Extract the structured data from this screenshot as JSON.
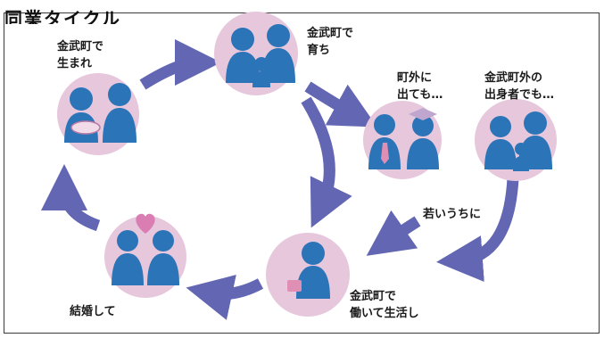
{
  "header": {
    "title_partial": "同業タイクル"
  },
  "labels": {
    "born": [
      "金武町で",
      "生まれ"
    ],
    "raised": [
      "金武町で",
      "育ち"
    ],
    "leave": [
      "町外に",
      "出ても…"
    ],
    "outsider": [
      "金武町外の",
      "出身者でも…"
    ],
    "young": "若いうちに",
    "work": [
      "金武町で",
      "働いて生活し"
    ],
    "marry": "結婚して"
  },
  "colors": {
    "circle": "#e6c7dc",
    "person": "#2b74b8",
    "arrow": "#6266b3",
    "heart": "#d97db3",
    "bag": "#e08fb4",
    "hat": "#bfa6cf"
  }
}
